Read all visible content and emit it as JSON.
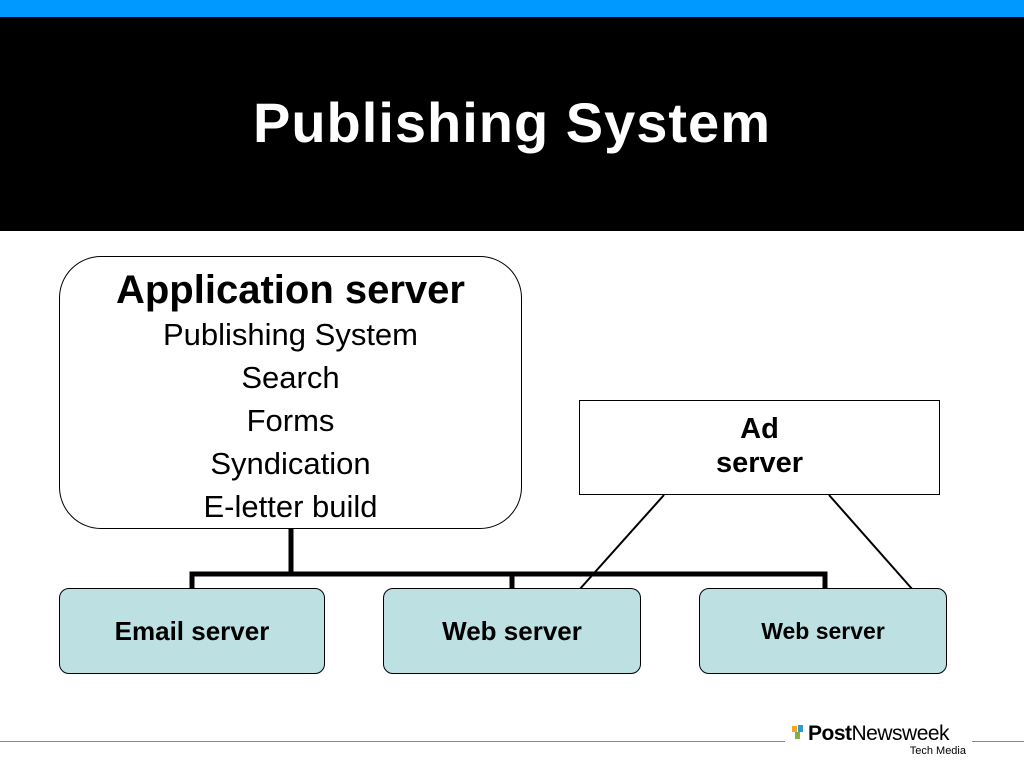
{
  "slide": {
    "title": "Publishing System"
  },
  "diagram": {
    "application_server": {
      "heading": "Application server",
      "lines": [
        "Publishing System",
        "Search",
        "Forms",
        "Syndication",
        "E-letter build"
      ]
    },
    "ad_server": {
      "lines": [
        "Ad",
        "server"
      ]
    },
    "email_server": {
      "label": "Email server"
    },
    "web_server_1": {
      "label": "Web server"
    },
    "web_server_2": {
      "label": "Web server"
    }
  },
  "footer": {
    "logo_post": "Post",
    "logo_newsweek": "Newsweek",
    "logo_sub": "Tech Media"
  },
  "colors": {
    "accent_stripe": "#0099ff",
    "title_band": "#000000",
    "server_fill": "#bde0e2"
  }
}
